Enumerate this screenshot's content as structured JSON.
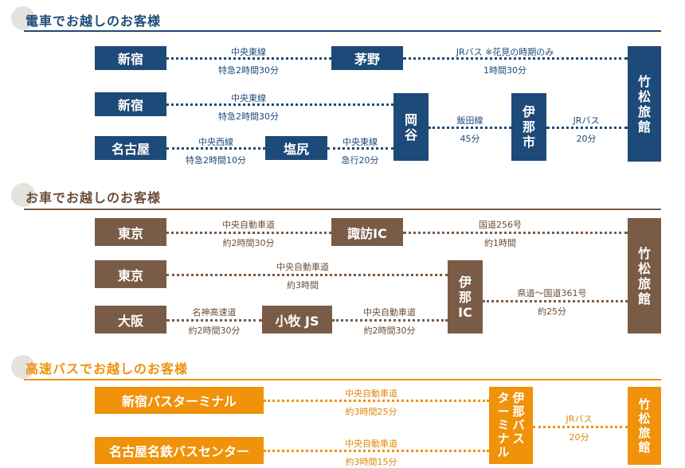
{
  "sections": {
    "train": {
      "title": "電車でお越しのお客様",
      "nodes": {
        "shinjuku1": "新宿",
        "kayano": "茅野",
        "shinjuku2": "新宿",
        "nagoya": "名古屋",
        "shiojiri": "塩尻",
        "okaya": [
          "岡",
          "谷"
        ],
        "inashi": [
          "伊",
          "那",
          "市"
        ],
        "ryokan": [
          "竹",
          "松",
          "旅",
          "館"
        ]
      },
      "links": {
        "l1": {
          "top": "中央東線",
          "bottom": "特急2時間30分"
        },
        "l2": {
          "top": "JRバス ※花見の時期のみ",
          "bottom": "1時間30分"
        },
        "l3": {
          "top": "中央東線",
          "bottom": "特急2時間30分"
        },
        "l4": {
          "top": "中央西線",
          "bottom": "特急2時間10分"
        },
        "l5": {
          "top": "中央東線",
          "bottom": "急行20分"
        },
        "l6": {
          "top": "飯田線",
          "bottom": "45分"
        },
        "l7": {
          "top": "JRバス",
          "bottom": "20分"
        }
      }
    },
    "car": {
      "title": "お車でお越しのお客様",
      "nodes": {
        "tokyo1": "東京",
        "suwa": "諏訪IC",
        "tokyo2": "東京",
        "osaka": "大阪",
        "komaki": "小牧 JS",
        "inaic": [
          "伊",
          "那",
          "IC"
        ],
        "ryokan": [
          "竹",
          "松",
          "旅",
          "館"
        ]
      },
      "links": {
        "l1": {
          "top": "中央自動車道",
          "bottom": "約2時間30分"
        },
        "l2": {
          "top": "国道256号",
          "bottom": "約1時間"
        },
        "l3": {
          "top": "中央自動車道",
          "bottom": "約3時間"
        },
        "l4": {
          "top": "名神高速道",
          "bottom": "約2時間30分"
        },
        "l5": {
          "top": "中央自動車道",
          "bottom": "約2時間30分"
        },
        "l6": {
          "top": "県道～国道361号",
          "bottom": "約25分"
        }
      }
    },
    "bus": {
      "title": "高速バスでお越しのお客様",
      "nodes": {
        "shinjuku_bt": "新宿バスターミナル",
        "nagoya_bc": "名古屋名鉄バスセンター",
        "ina_bt_col1": [
          "タ",
          "ー",
          "ミ",
          "ナ",
          "ル"
        ],
        "ina_bt_col2": [
          "伊",
          "那",
          "バ",
          "ス"
        ],
        "ryokan": [
          "竹",
          "松",
          "旅",
          "館"
        ]
      },
      "links": {
        "l1": {
          "top": "中央自動車道",
          "bottom": "約3時間25分"
        },
        "l2": {
          "top": "中央自動車道",
          "bottom": "約3時間15分"
        },
        "l3": {
          "top": "JRバス",
          "bottom": "20分"
        }
      }
    }
  },
  "colors": {
    "train": "#1d4a78",
    "car": "#7a5c46",
    "bus": "#f0920a"
  }
}
